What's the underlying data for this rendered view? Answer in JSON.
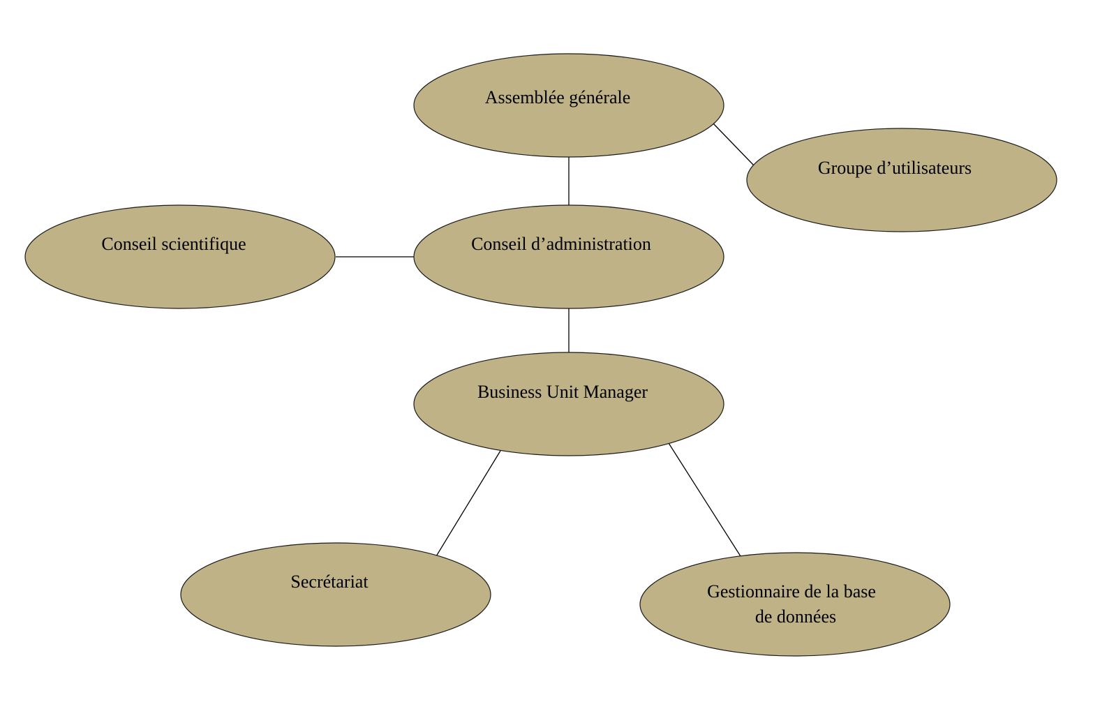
{
  "colors": {
    "node_fill": "#bfb287",
    "node_stroke": "#1a1a1a",
    "connector": "#000000",
    "background": "#ffffff"
  },
  "nodes": {
    "assemblee": {
      "lines": [
        "Assemblée générale"
      ]
    },
    "groupe": {
      "lines": [
        "Groupe d’utilisateurs"
      ]
    },
    "conseil_scientifique": {
      "lines": [
        "Conseil scientifique"
      ]
    },
    "conseil_admin": {
      "lines": [
        "Conseil d’administration"
      ]
    },
    "bum": {
      "lines": [
        "Business Unit Manager"
      ]
    },
    "secretariat": {
      "lines": [
        "Secrétariat"
      ]
    },
    "gestionnaire": {
      "lines": [
        "Gestionnaire de la base",
        "de données"
      ]
    }
  },
  "edges": [
    {
      "from": "assemblee",
      "to": "conseil_admin"
    },
    {
      "from": "assemblee",
      "to": "groupe"
    },
    {
      "from": "conseil_scientifique",
      "to": "conseil_admin"
    },
    {
      "from": "conseil_admin",
      "to": "bum"
    },
    {
      "from": "bum",
      "to": "secretariat"
    },
    {
      "from": "bum",
      "to": "gestionnaire"
    }
  ]
}
